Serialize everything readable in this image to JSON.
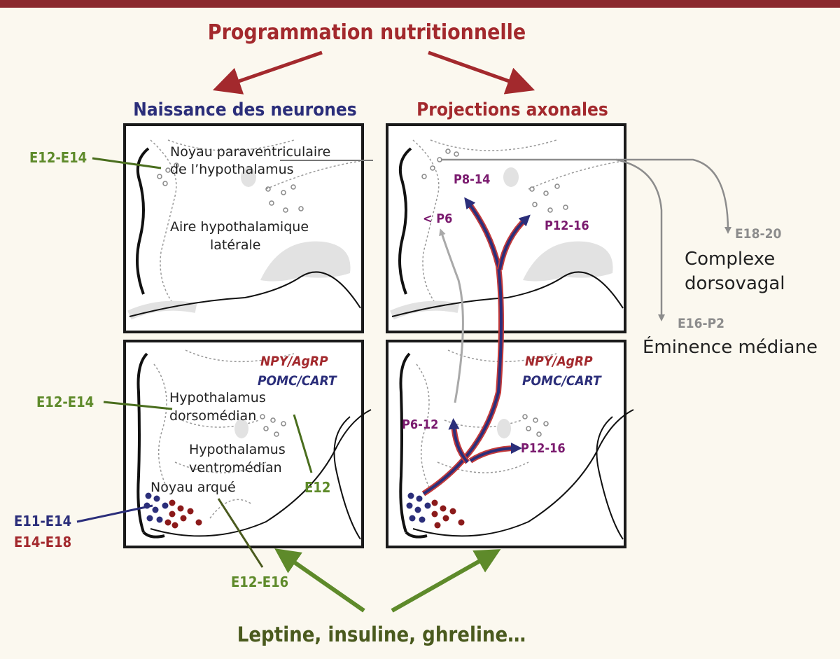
{
  "colors": {
    "red": "#a3292d",
    "navy": "#2b2e7a",
    "green": "#5e8a2a",
    "green_dark": "#4a5a1e",
    "purple": "#7a1a6e",
    "gray": "#8c8c8c",
    "panel_border": "#1a1a1a",
    "background": "#fbf8ef"
  },
  "header": {
    "title": "Programmation nutritionnelle",
    "left_heading": "Naissance des neurones",
    "right_heading": "Projections axonales"
  },
  "left_top": {
    "pvn_line1": "Noyau paraventriculaire",
    "pvn_line2": "de l’hypothalamus",
    "lha_line1": "Aire hypothalamique",
    "lha_line2": "latérale",
    "pvn_age": "E12-E14"
  },
  "left_bottom": {
    "npy": "NPY/AgRP",
    "pomc": "POMC/CART",
    "dmh_line1": "Hypothalamus",
    "dmh_line2": "dorsomédian",
    "vmh_line1": "Hypothalamus",
    "vmh_line2": "ventromédian",
    "arc": "Noyau arqué",
    "dmh_age": "E12-E14",
    "vmh_age": "E12",
    "arc_age_pomc": "E11-E14",
    "arc_age_npy": "E14-E18",
    "arc_age_other": "E12-E16"
  },
  "right_top": {
    "pvn_proj": "P8-14",
    "lha_proj": "< P6",
    "lha2_proj": "P12-16"
  },
  "right_bottom": {
    "npy": "NPY/AgRP",
    "pomc": "POMC/CART",
    "dmh_proj": "P6-12",
    "vmh_proj": "P12-16"
  },
  "outside": {
    "dvc_age": "E18-20",
    "dvc_line1": "Complexe",
    "dvc_line2": "dorsovagal",
    "me_age": "E16-P2",
    "me_label": "Éminence médiane"
  },
  "footer": {
    "factors": "Leptine, insuline, ghreline…"
  }
}
